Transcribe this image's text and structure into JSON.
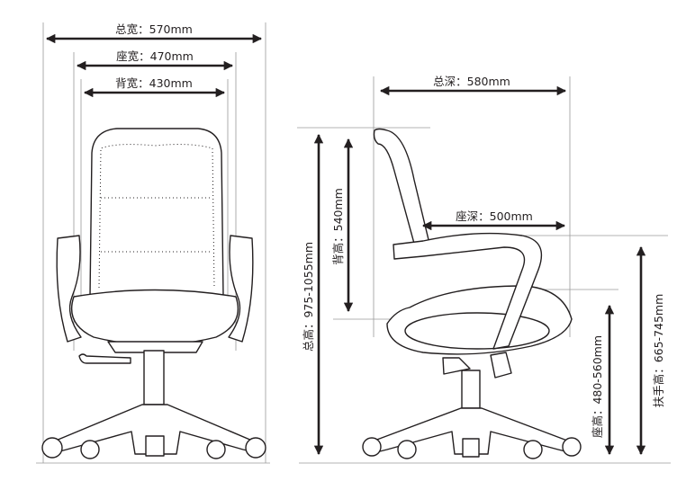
{
  "front_view": {
    "total_width": "总宽：570mm",
    "seat_width": "座宽：470mm",
    "back_width": "背宽：430mm"
  },
  "side_view": {
    "total_depth": "总深：580mm",
    "seat_depth": "座深：500mm",
    "total_height": "总高：975-1055mm",
    "back_height": "背高：540mm",
    "seat_height": "座高：480-560mm",
    "armrest_height": "扶手高：665-745mm"
  }
}
